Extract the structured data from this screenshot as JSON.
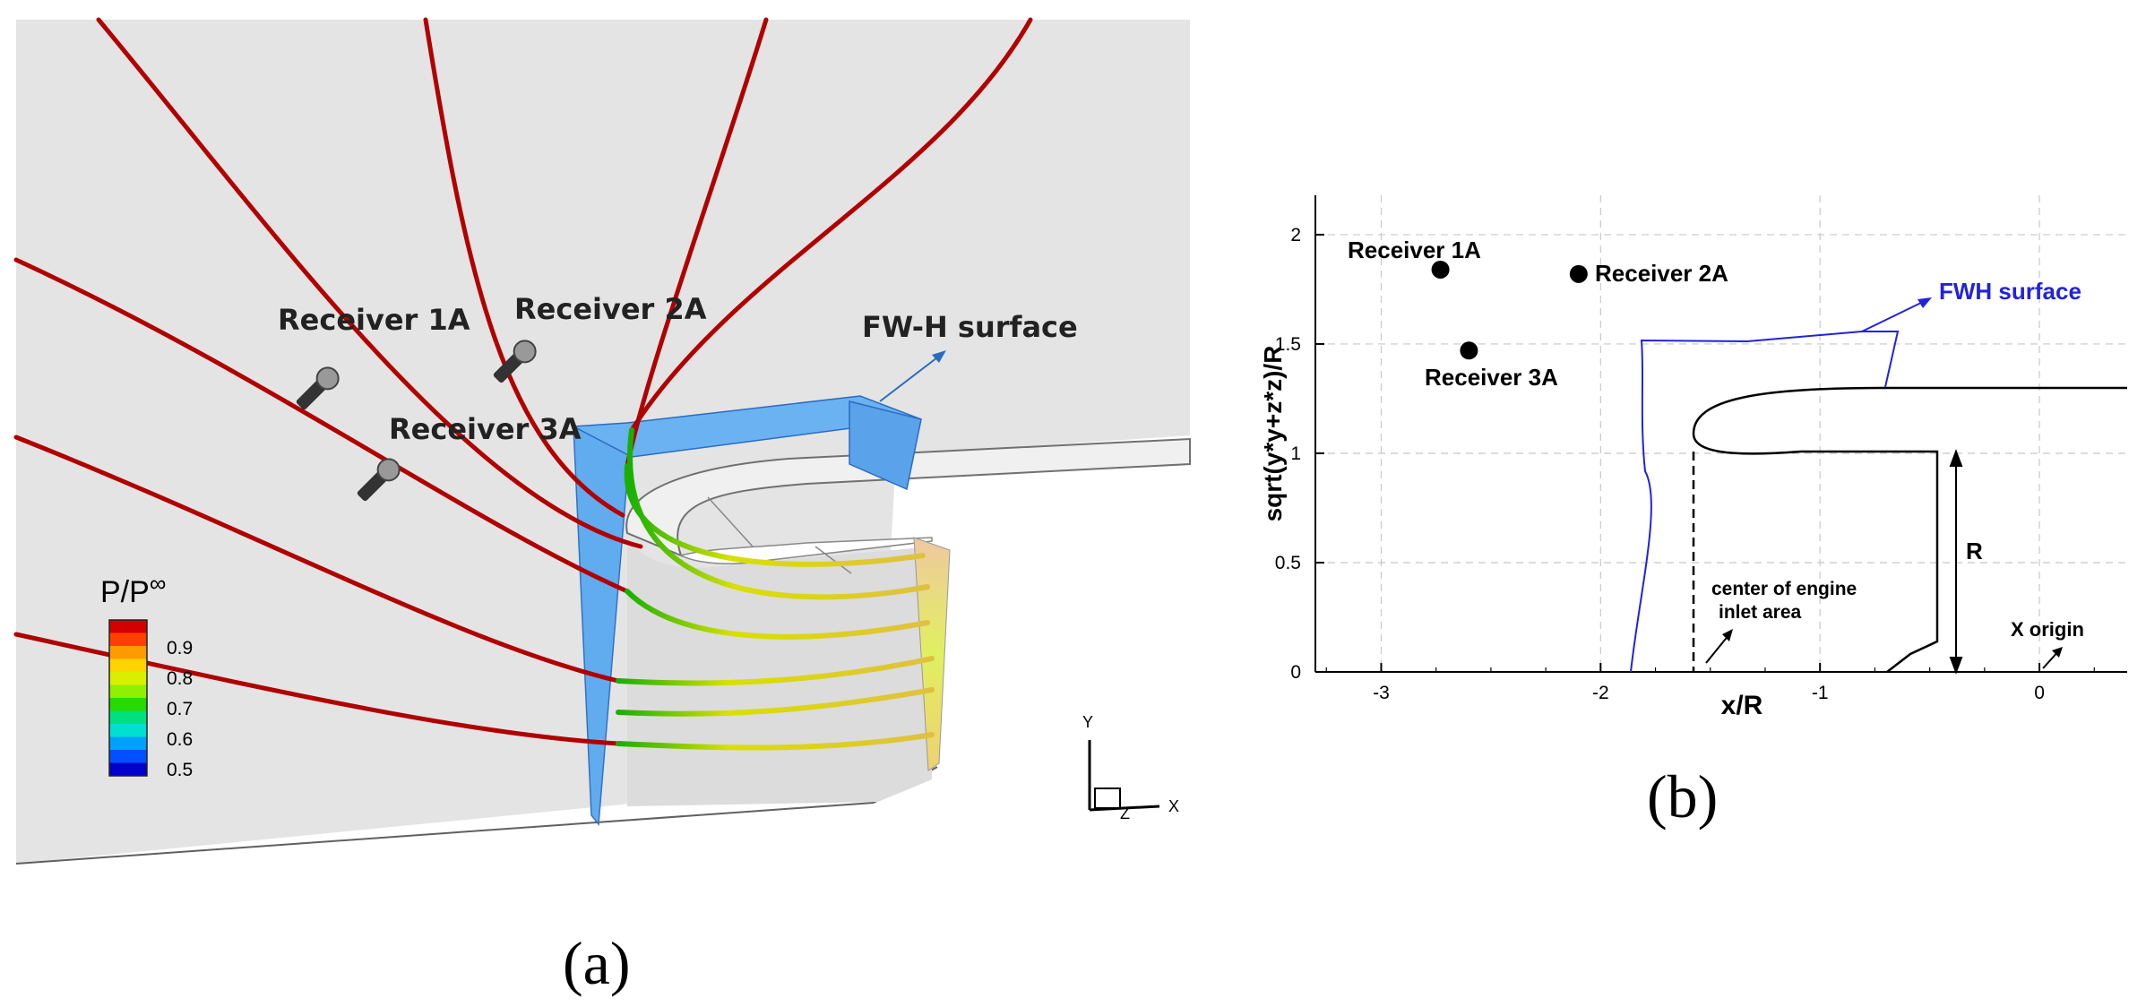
{
  "panel_a": {
    "label": "(a)",
    "receivers": [
      "Receiver 1A",
      "Receiver 2A",
      "Receiver 3A"
    ],
    "fwh_label": "FW-H surface",
    "legend": {
      "title": "P/P",
      "title_sup": "∞",
      "ticks": [
        "0.9",
        "0.8",
        "0.7",
        "0.6",
        "0.5"
      ],
      "colors": [
        "#d40000",
        "#ff4000",
        "#ff9a00",
        "#ffd400",
        "#d8f000",
        "#90f000",
        "#28d800",
        "#00e080",
        "#00e0d0",
        "#00a0ff",
        "#0050ff",
        "#0000c8"
      ]
    },
    "axes_triad": {
      "y": "Y",
      "z": "Z",
      "x": "X"
    },
    "colors": {
      "streamline": "#b00000",
      "fwh": "#5aa8f0",
      "background": "#e4e4e4"
    }
  },
  "panel_b": {
    "label": "(b)",
    "xlabel": "x/R",
    "ylabel": "sqrt(y*y+z*z)/R",
    "xticks": [
      "-3",
      "-2",
      "-1",
      "0"
    ],
    "yticks": [
      "0",
      "0.5",
      "1",
      "1.5",
      "2"
    ],
    "xlim": [
      -3.3,
      0.4
    ],
    "ylim": [
      0,
      2.18
    ],
    "receivers": [
      {
        "name": "Receiver 1A",
        "x": -2.73,
        "y": 1.84
      },
      {
        "name": "Receiver 2A",
        "x": -2.1,
        "y": 1.82
      },
      {
        "name": "Receiver 3A",
        "x": -2.6,
        "y": 1.47
      }
    ],
    "fwh_label": "FWH surface",
    "center_label_1": "center of engine",
    "center_label_2": "inlet area",
    "r_label": "R",
    "x_origin_label": "X origin",
    "colors": {
      "fwh": "#2222dd",
      "geometry": "#000000"
    }
  }
}
